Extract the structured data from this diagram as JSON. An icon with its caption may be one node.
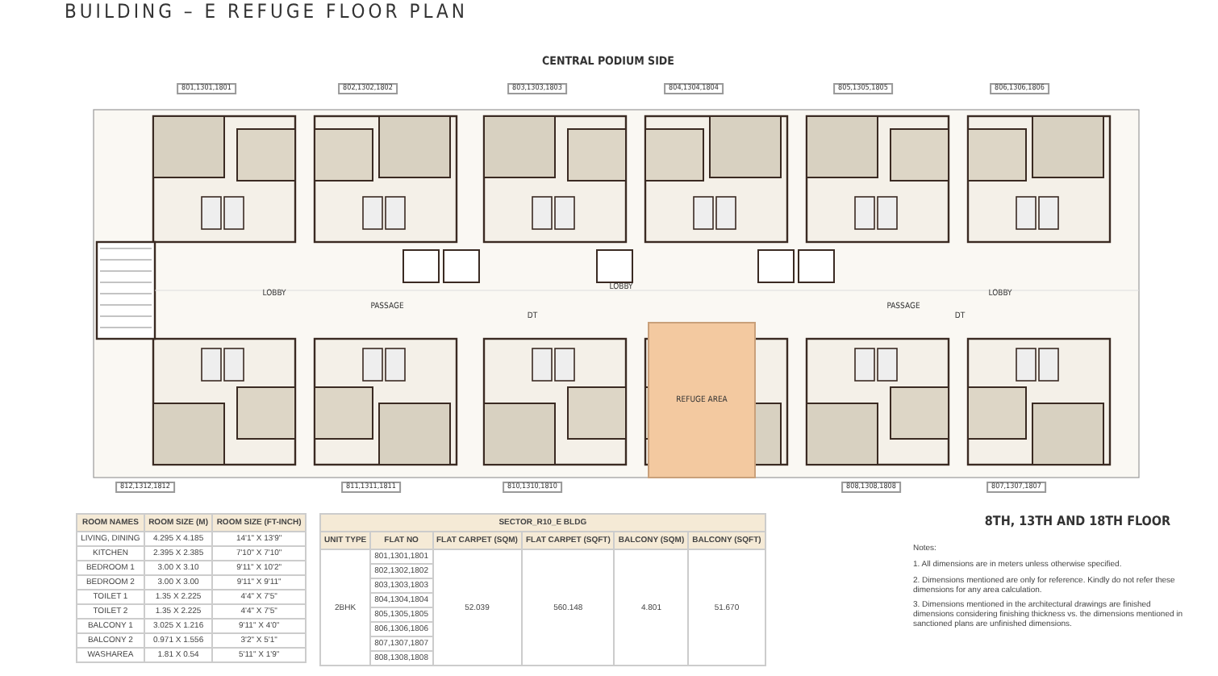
{
  "diagram": {
    "title": "BUILDING – E REFUGE FLOOR PLAN",
    "labels": [
      "CENTRAL PODIUM SIDE",
      "801,1301,1801",
      "802,1302,1802",
      "803,1303,1803",
      "804,1304,1804",
      "805,1305,1805",
      "806,1306,1806",
      "LOBBY",
      "PASSAGE",
      "LOBBY",
      "PASSAGE",
      "LOBBY",
      "REFUGE AREA",
      "DT",
      "DT",
      "812,1312,1812",
      "811,1311,1811",
      "810,1310,1810",
      "808,1308,1808",
      "807,1307,1807",
      "8TH, 13TH AND 18TH FLOOR",
      "ROOM NAMES",
      "ROOM SIZE (M)",
      "ROOM SIZE (FT-INCH)",
      "LIVING, DINING",
      "4.295 X 4.185",
      "14'1\" X 13'9\"",
      "KITCHEN",
      "2.395 X 2.385",
      "7'10\" X 7'10\"",
      "BEDROOM 1",
      "3.00 X 3.10",
      "9'11\" X 10'2\"",
      "BEDROOM 2",
      "3.00 X 3.00",
      "9'11\" X 9'11\"",
      "TOILET 1",
      "1.35 X 2.225",
      "4'4\" X 7'5\"",
      "TOILET 2",
      "1.35 X 2.225",
      "4'4\" X 7'5\"",
      "BALCONY 1",
      "3.025 X 1.216",
      "9'11\" X 4'0\"",
      "BALCONY 2",
      "0.971 X 1.556",
      "3'2\" X 5'1\"",
      "WASHAREA",
      "1.81 X 0.54",
      "5'11\" X 1'9\"",
      "SECTOR_R10_E BLDG",
      "UNIT TYPE",
      "FLAT NO",
      "FLAT CARPET (SQM)",
      "FLAT CARPET (SQFT)",
      "BALCONY (SQM)",
      "BALCONY (SQFT)",
      "2BHK",
      "801,1301,1801",
      "802,1302,1802",
      "803,1303,1803",
      "804,1304,1804",
      "805,1305,1805",
      "806,1306,1806",
      "807,1307,1807",
      "808,1308,1808",
      "52.039",
      "560.148",
      "4.801",
      "51.670",
      "Notes:",
      "1. All dimensions are in meters unless otherwise specified.",
      "2. Dimensions mentioned are only for reference. Kindly do not refer these dimensions for any area calculation.",
      "3. Dimensions mentioned in the architectural drawings are finished dimensions considering finishing thickness vs. the dimensions mentioned in sanctioned plans are unfinished dimensions."
    ]
  }
}
